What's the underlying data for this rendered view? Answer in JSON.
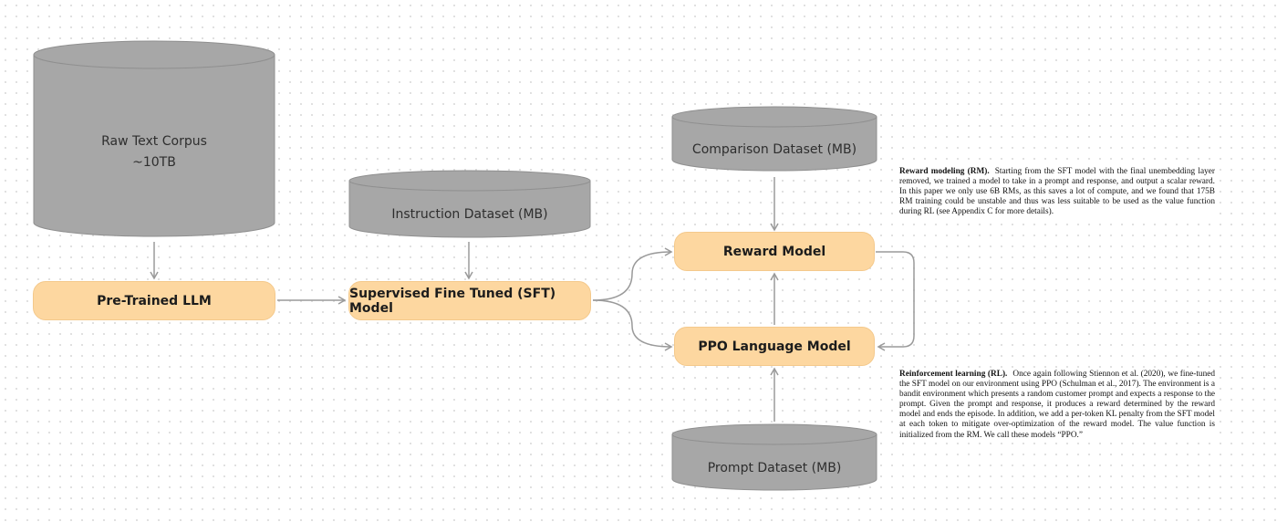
{
  "colors": {
    "cylinder_fill": "#a7a7a7",
    "cylinder_stroke": "#8f8f8f",
    "box_fill": "#fdd7a0",
    "arrow": "#9a9a9a"
  },
  "datasets": {
    "raw_corpus": {
      "line1": "Raw Text Corpus",
      "line2": "~10TB"
    },
    "instruction": {
      "label": "Instruction Dataset (MB)"
    },
    "comparison": {
      "label": "Comparison Dataset (MB)"
    },
    "prompt": {
      "label": "Prompt Dataset (MB)"
    }
  },
  "models": {
    "pretrained": "Pre-Trained LLM",
    "sft": "Supervised Fine Tuned (SFT) Model",
    "reward": "Reward Model",
    "ppo": "PPO Language Model"
  },
  "excerpts": {
    "reward_modeling": {
      "heading": "Reward modeling (RM).",
      "body": "Starting from the SFT model with the final unembedding layer removed, we trained a model to take in a prompt and response, and output a scalar reward. In this paper we only use 6B RMs, as this saves a lot of compute, and we found that 175B RM training could be unstable and thus was less suitable to be used as the value function during RL (see Appendix C for more details)."
    },
    "reinforcement_learning": {
      "heading": "Reinforcement learning (RL).",
      "body": "Once again following Stiennon et al. (2020), we fine-tuned the SFT model on our environment using PPO (Schulman et al., 2017). The environment is a bandit environment which presents a random customer prompt and expects a response to the prompt. Given the prompt and response, it produces a reward determined by the reward model and ends the episode. In addition, we add a per-token KL penalty from the SFT model at each token to mitigate over-optimization of the reward model. The value function is initialized from the RM. We call these models “PPO.”"
    }
  }
}
